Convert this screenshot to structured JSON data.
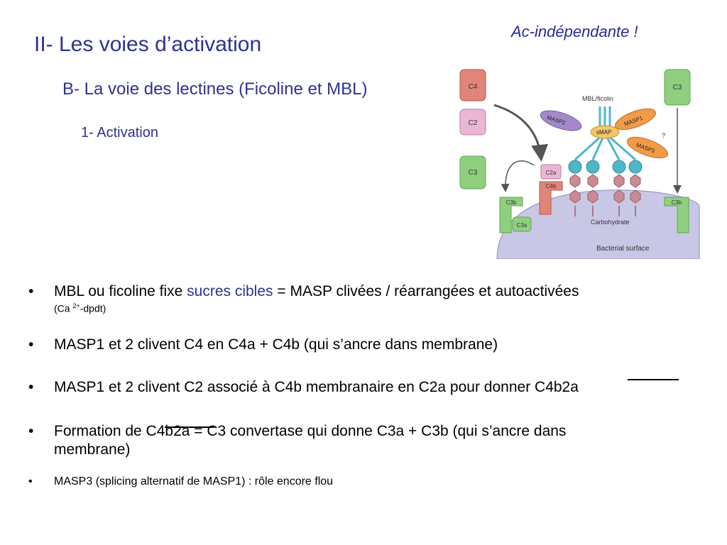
{
  "note": "Ac-indépendante !",
  "title": "II- Les voies d’activation",
  "subtitle": "B- La voie des lectines (Ficoline et MBL)",
  "subsubtitle": "1- Activation",
  "figure": {
    "labels": {
      "c4": "C4",
      "c2": "C2",
      "c3_left": "C3",
      "c3_right": "C3",
      "mbl": "MBL/ficolin",
      "masp2": "MASP2",
      "masp1": "MASP1",
      "smap": "sMAP",
      "masp3": "MASP3",
      "question": "?",
      "c2a": "C2a",
      "c4b": "C4b",
      "c3b_left": "C3b",
      "c3a": "C3a",
      "c3b_right": "C3b",
      "carbohydrate": "Carbohydrate",
      "surface": "Bacterial surface"
    },
    "colors": {
      "c4": "#e0857a",
      "c2": "#e9b7d3",
      "c3": "#8fcf7f",
      "masp2": "#a58ac9",
      "masp1": "#f19a48",
      "masp3": "#f19a48",
      "stem": "#4fb6c9",
      "sugar": "#c98a94",
      "surface": "#c9c7e6"
    }
  },
  "bullets": {
    "bullet_char": "•",
    "b1": {
      "prefix": "MBL ou ficoline fixe ",
      "highlight": "sucres cibles",
      "eq": " = ",
      "rest": "MASP clivées / réarrangées et autoactivées",
      "note_pre": "(Ca ",
      "note_sup": "2+",
      "note_post": "-dpdt)"
    },
    "b2": "MASP1 et 2 clivent C4 en C4a + C4b (qui s’ancre dans membrane)",
    "b3": "MASP1 et 2 clivent C2 associé à C4b membranaire en C2a pour donner C4b2a",
    "b4_line1": "Formation de C4b2a = C3 convertase qui donne C3a + C3b (qui s’ancre dans",
    "b4_line2": "membrane)",
    "b5": "MASP3 (splicing alternatif de MASP1) : rôle encore flou"
  }
}
